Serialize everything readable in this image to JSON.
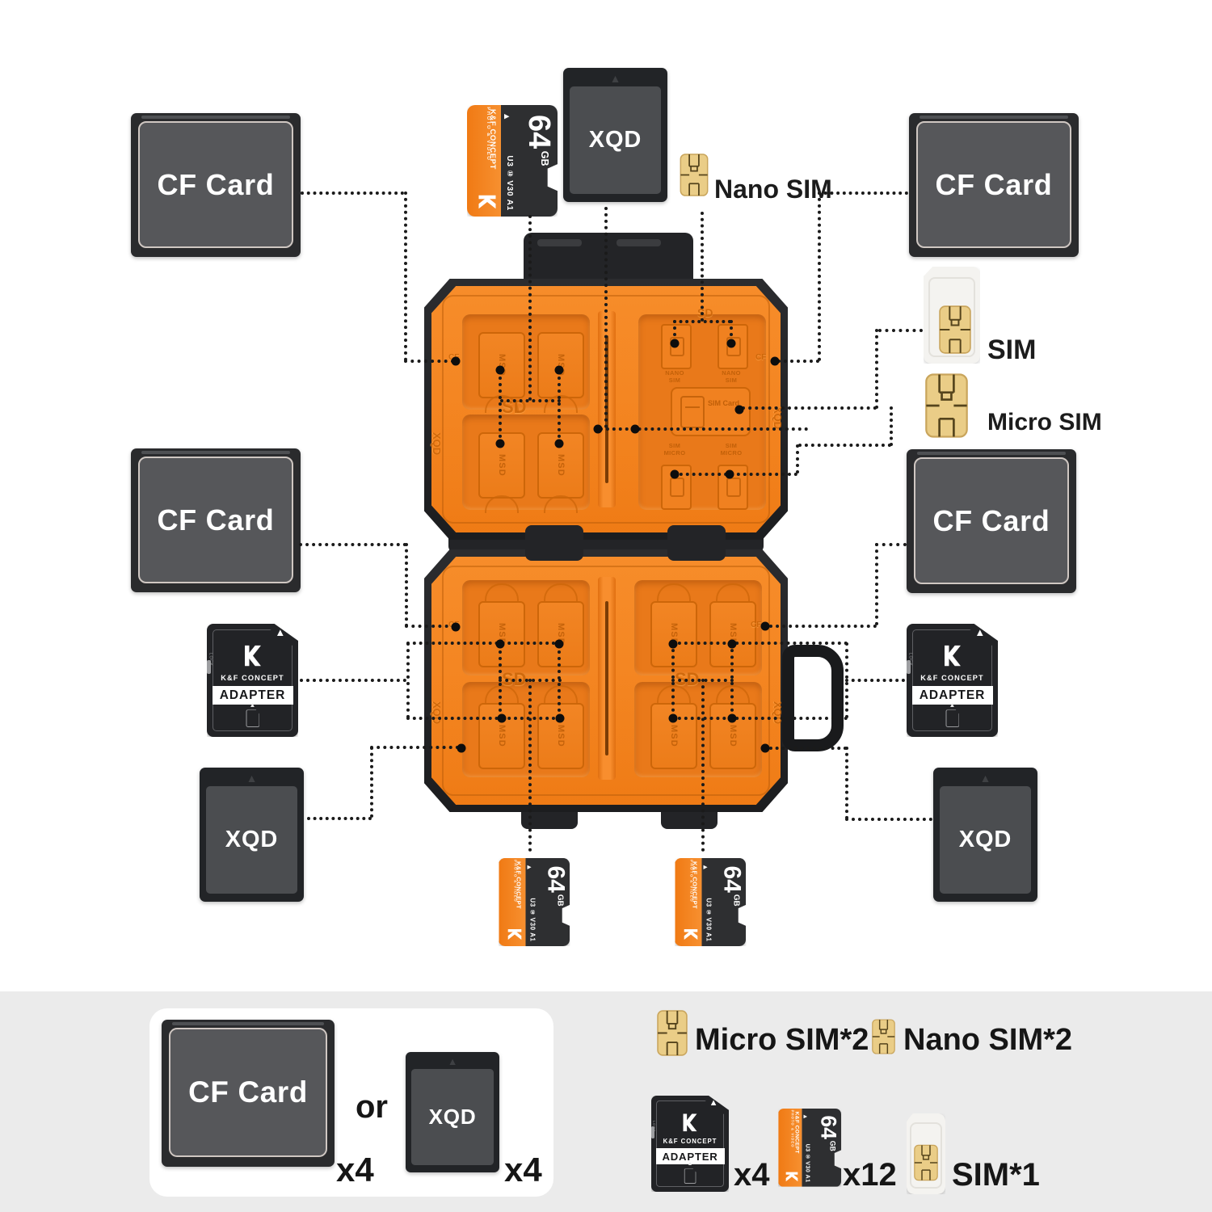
{
  "product": {
    "labels": {
      "cf_card": "CF Card",
      "xqd": "XQD",
      "nano_sim": "Nano SIM",
      "sim": "SIM",
      "micro_sim": "Micro SIM",
      "or": "or"
    },
    "microsd": {
      "brand": "K&F CONCEPT",
      "tagline": "PHOTO & VIDEO",
      "capacity": "64",
      "unit": "GB",
      "specs": "U3 ⑩ V30 A1",
      "triangle": "▲"
    },
    "adapter": {
      "brand": "K&F CONCEPT",
      "label": "ADAPTER",
      "lock": "LOCK",
      "triangle": "▲"
    },
    "xqd_triangle": "▲",
    "case_slots": {
      "msd": "MSD",
      "sd": "SD",
      "xqd": "XQD",
      "cf": "CF",
      "nano_sim": "NANO SIM",
      "sim_micro": "SIM MICRO",
      "sim_card": "SIM Card"
    },
    "legend": {
      "cf_qty": "x4",
      "xqd_qty": "x4",
      "adapter_qty": "x4",
      "microsd_qty": "x12",
      "micro_sim_qty": "Micro SIM*2",
      "nano_sim_qty": "Nano SIM*2",
      "sim_qty": "SIM*1"
    },
    "colors": {
      "case_orange": "#F5821F",
      "chip_gold": "#EACD87",
      "band_gray": "#EBEBEB",
      "shell_black": "#232427"
    }
  }
}
